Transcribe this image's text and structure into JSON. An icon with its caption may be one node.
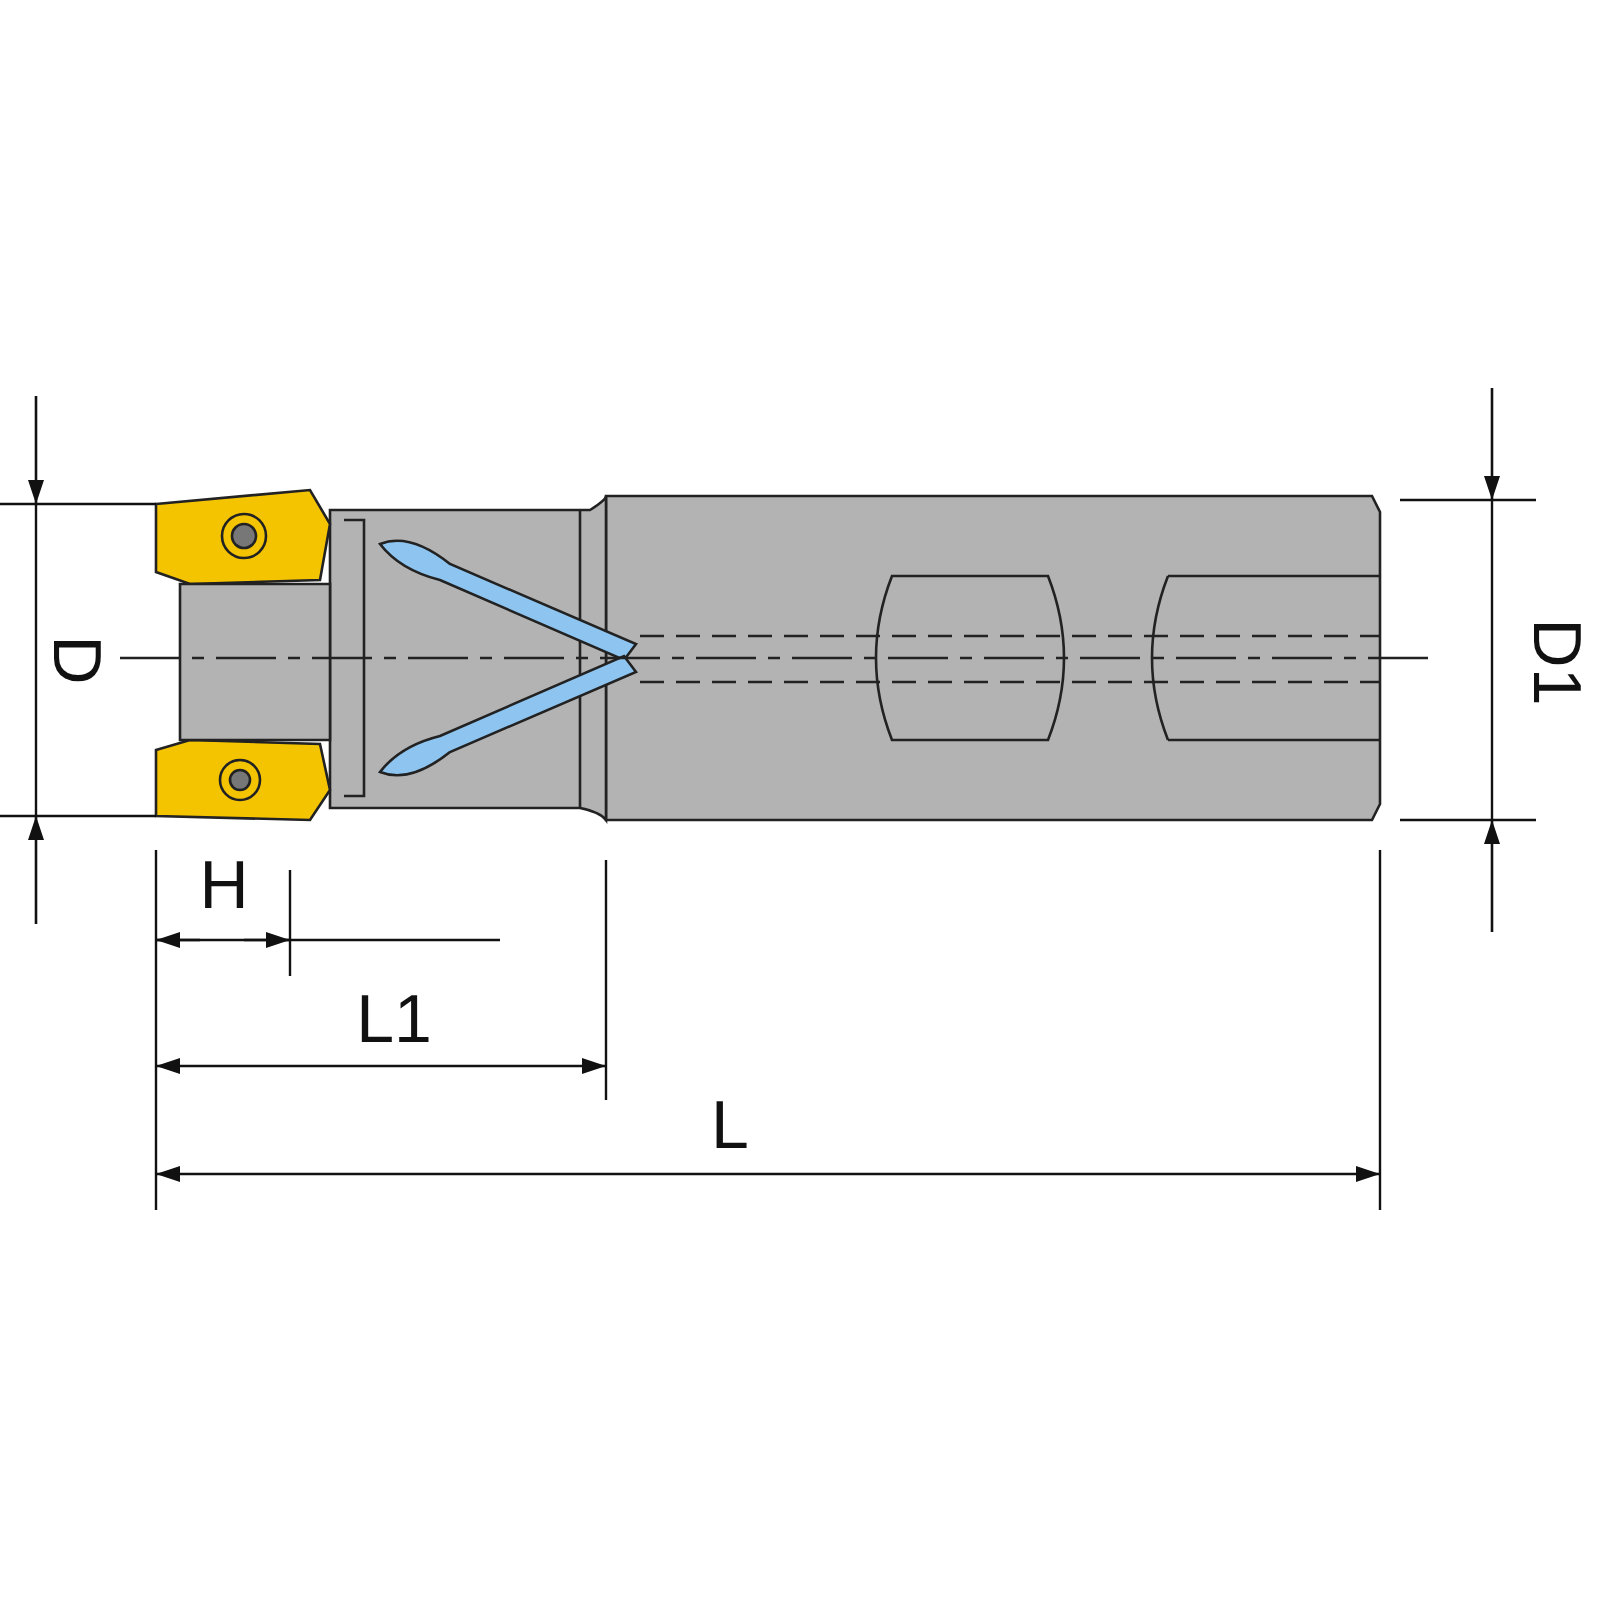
{
  "diagram": {
    "labels": [
      "D",
      "D1",
      "H",
      "L1",
      "L"
    ]
  }
}
